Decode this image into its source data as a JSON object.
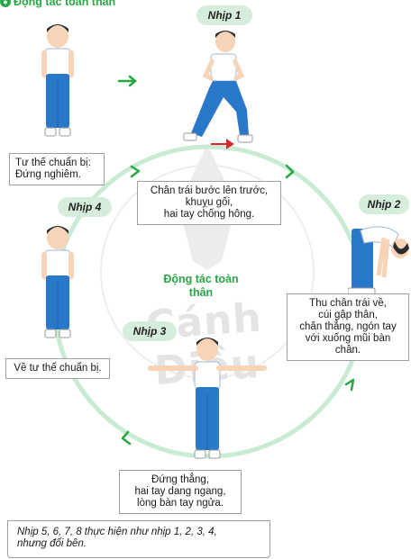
{
  "title": "Động tác toàn thân",
  "title_icon": "number-badge",
  "center_label": "Động tác toàn thân",
  "watermark": "Cánh Diều",
  "colors": {
    "green": "#27a844",
    "circle": "#c9ebd3",
    "shirt": "#ffffff",
    "pants": "#2a78c9",
    "tag_bg": "#d6eddb"
  },
  "steps": [
    {
      "tag": "",
      "caption_title": "Tư thế chuẩn bị:",
      "caption": "Đứng nghiêm."
    },
    {
      "tag": "Nhịp 1",
      "caption": "Chân trái bước lên trước, khuỵu gối, hai tay chống hông."
    },
    {
      "tag": "Nhịp 2",
      "caption": "Thu chân trái về, cúi gập thân, chân thẳng, ngón tay với xuống mũi bàn chân."
    },
    {
      "tag": "Nhịp 3",
      "caption": "Đứng thẳng, hai tay dang ngang, lòng bàn tay ngửa."
    },
    {
      "tag": "Nhịp 4",
      "caption": "Về tư thế chuẩn bị."
    }
  ],
  "caption_lines": {
    "prep": [
      "Tư thế chuẩn bị:",
      "Đứng nghiêm."
    ],
    "n1": [
      "Chân trái bước lên trước,",
      "khuỵu gối,",
      "hai tay chống hông."
    ],
    "n2": [
      "Thu chân trái về,",
      "cúi gập thân,",
      "chân thẳng, ngón tay",
      "với xuống mũi bàn chân."
    ],
    "n3": [
      "Đứng thẳng,",
      "hai tay dang ngang,",
      "lòng bàn tay ngửa."
    ],
    "n4": [
      "Về tư thế chuẩn bị."
    ]
  },
  "note_lines": [
    "Nhịp 5, 6, 7, 8 thực hiện như nhịp 1, 2, 3, 4,",
    "nhưng đổi bên."
  ]
}
